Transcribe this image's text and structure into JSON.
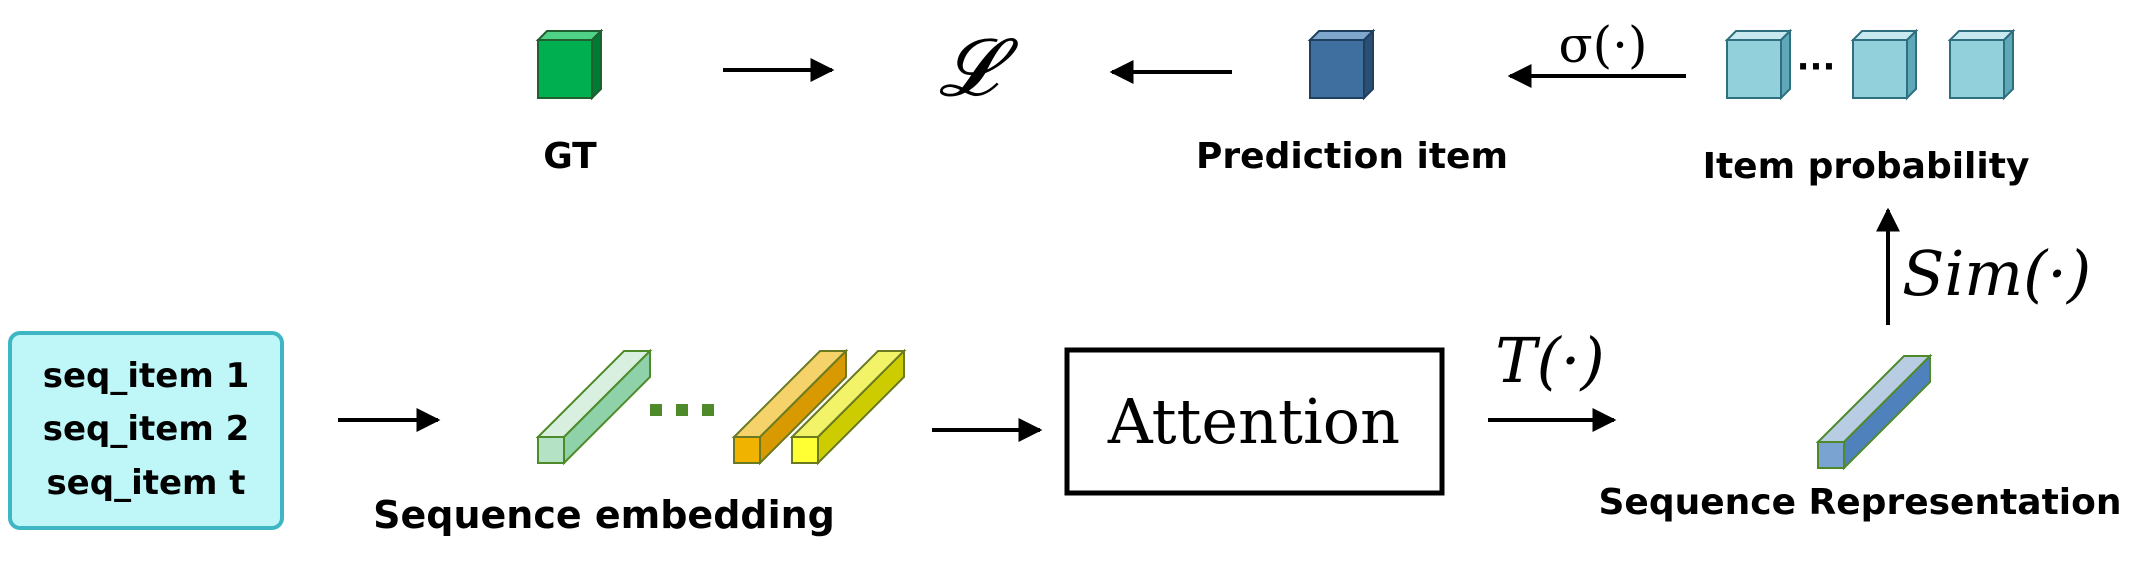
{
  "input_box": {
    "items": [
      "seq_item 1",
      "seq_item 2",
      "seq_item t"
    ]
  },
  "labels": {
    "gt": "GT",
    "prediction_item": "Prediction item",
    "item_probability": "Item probability",
    "sequence_embedding": "Sequence embedding",
    "sequence_representation": "Sequence Representation",
    "attention": "Attention",
    "embedding_dots": "···",
    "probability_dots": "···"
  },
  "math": {
    "loss": "𝓛",
    "sigma": "σ(·)",
    "transform": "T(·)",
    "similarity": "Sim(·)"
  },
  "colors": {
    "input_box_fill": "#bff6f8",
    "input_box_border": "#3fb6c4",
    "gt_cube": "#00b050",
    "prediction_cube": "#3f6f9e",
    "probability_cube": "#92d0dc",
    "embedding_green": "#8fd1a8",
    "embedding_orange": "#f0b400",
    "embedding_yellow": "#e8e800",
    "representation_bar": "#4f81bd",
    "dots_green": "#4e8a2a"
  }
}
